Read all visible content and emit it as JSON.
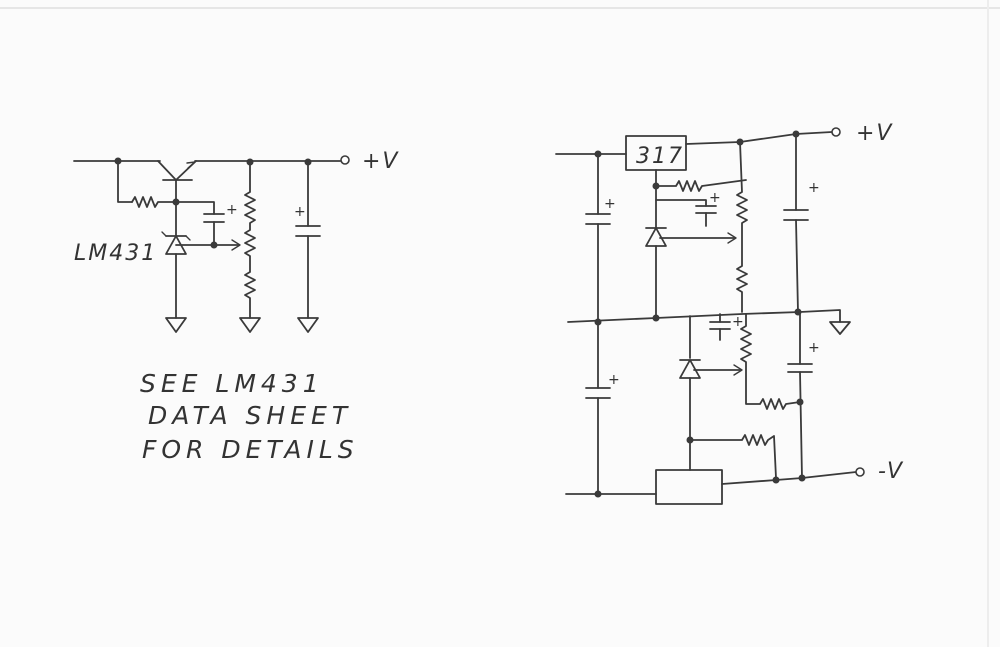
{
  "left_circuit": {
    "supply_label": "+V",
    "reference_label": "LM431",
    "cap_polarity": "+"
  },
  "right_circuit": {
    "regulator_label": "317",
    "positive_label": "+V",
    "negative_label": "-V",
    "cap_polarity": "+"
  },
  "note": {
    "line1": "SEE LM431",
    "line2": "DATA SHEET",
    "line3": "FOR DETAILS"
  }
}
